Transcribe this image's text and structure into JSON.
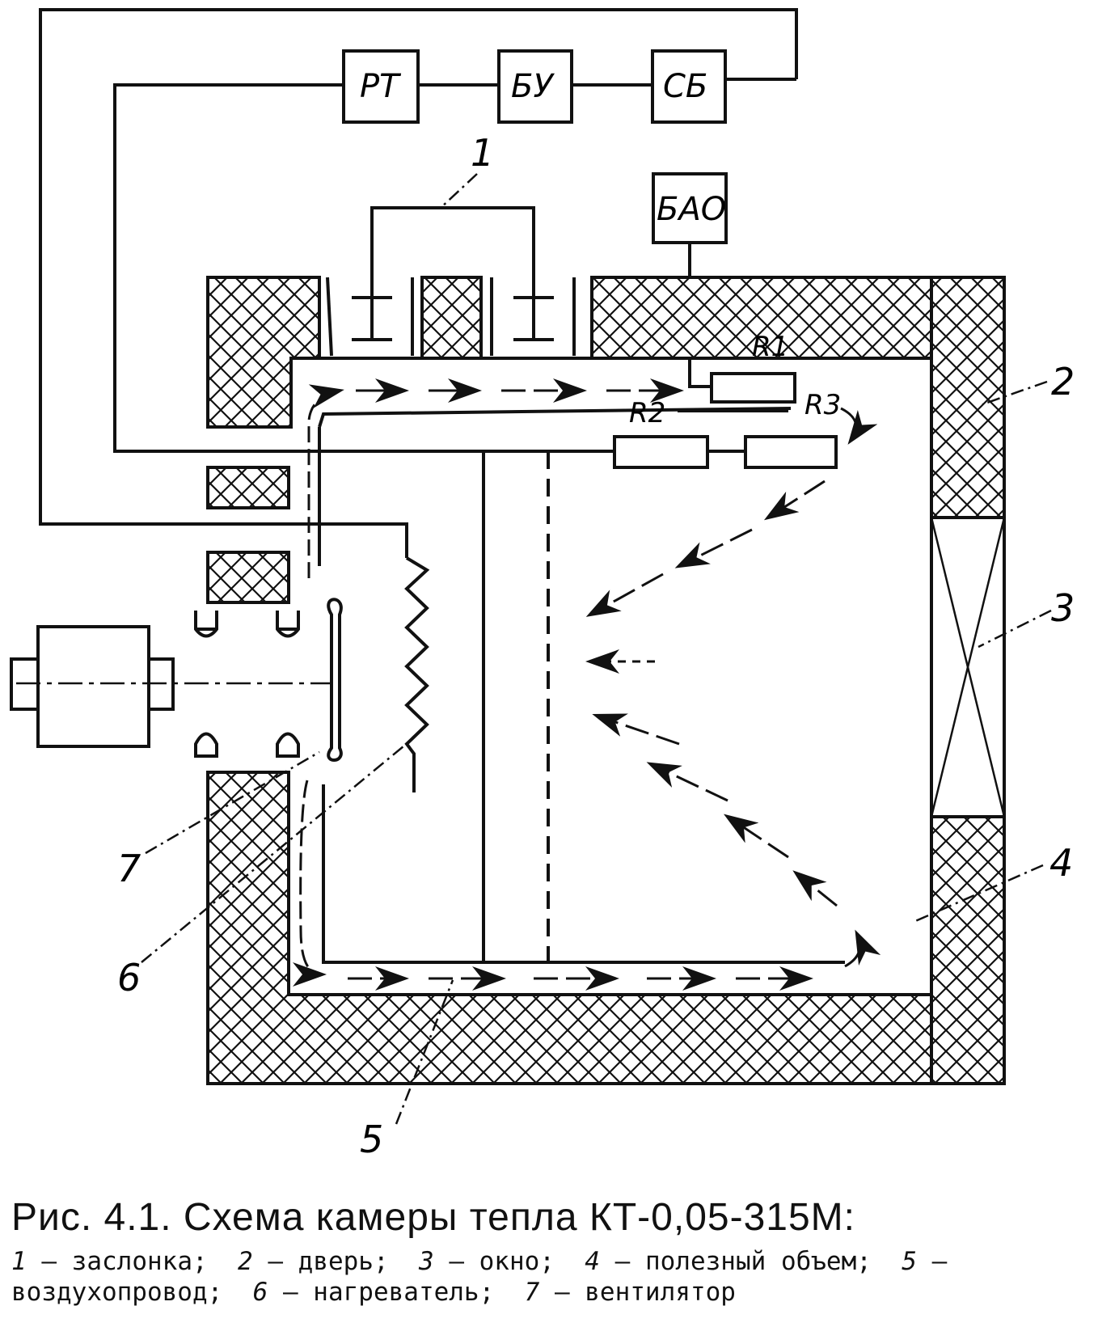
{
  "blocks": {
    "rt": "РТ",
    "bu": "БУ",
    "sb": "СБ",
    "bao": "БАО"
  },
  "resistors": {
    "r1": "R1",
    "r2": "R2",
    "r3": "R3"
  },
  "callouts": {
    "c1": "1",
    "c2": "2",
    "c3": "3",
    "c4": "4",
    "c5": "5",
    "c6": "6",
    "c7": "7"
  },
  "caption": {
    "title": "Рис. 4.1. Схема камеры тепла КТ-0,05-315М:",
    "legend": [
      {
        "num": "1",
        "text": "— заслонка;"
      },
      {
        "num": "2",
        "text": "— дверь;"
      },
      {
        "num": "3",
        "text": "— окно;"
      },
      {
        "num": "4",
        "text": "— полезный объем;"
      },
      {
        "num": "5",
        "text": "— воздухопровод;"
      },
      {
        "num": "6",
        "text": "— нагреватель;"
      },
      {
        "num": "7",
        "text": "— вентилятор"
      }
    ]
  }
}
